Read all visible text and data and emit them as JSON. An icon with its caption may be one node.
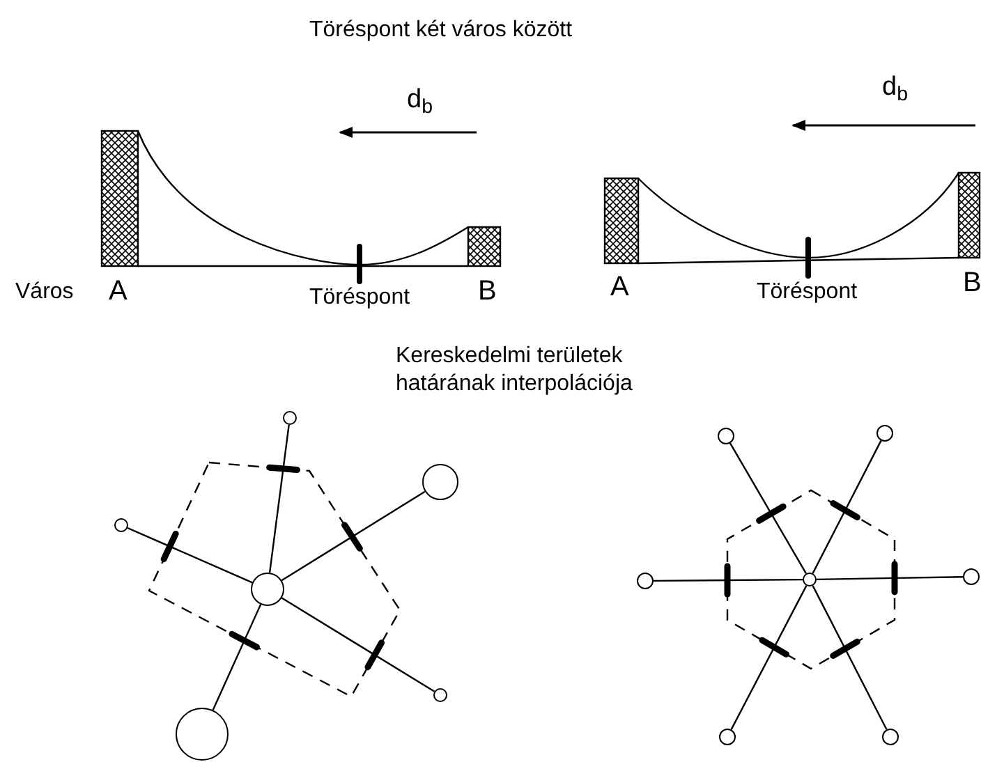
{
  "diagram": {
    "title": "Töréspont két város között",
    "nodes": [
      {
        "text": [],
        "shape": "circle"
      },
      {
        "text": [],
        "shape": "circle"
      },
      {
        "text": [],
        "shape": "circle"
      },
      {
        "text": [],
        "shape": "circle"
      },
      {
        "text": [],
        "shape": "circle"
      },
      {
        "text": [],
        "shape": "circle"
      },
      {
        "text": [],
        "shape": "circle"
      },
      {
        "text": [],
        "shape": "circle"
      },
      {
        "text": [],
        "shape": "circle"
      },
      {
        "text": [],
        "shape": "circle"
      },
      {
        "text": [],
        "shape": "circle"
      },
      {
        "text": [],
        "shape": "circle"
      },
      {
        "text": [],
        "shape": "circle"
      }
    ],
    "edges": [
      {
        "from": 0,
        "to": 1,
        "arrow": "none"
      },
      {
        "from": 0,
        "to": 2,
        "arrow": "none"
      },
      {
        "from": 0,
        "to": 3,
        "arrow": "none"
      },
      {
        "from": 0,
        "to": 4,
        "arrow": "none"
      },
      {
        "from": 0,
        "to": 5,
        "arrow": "none"
      },
      {
        "from": 6,
        "to": 7,
        "arrow": "none"
      },
      {
        "from": 6,
        "to": 8,
        "arrow": "none"
      },
      {
        "from": 6,
        "to": 9,
        "arrow": "none"
      },
      {
        "from": 6,
        "to": 10,
        "arrow": "none"
      },
      {
        "from": 6,
        "to": 11,
        "arrow": "none"
      },
      {
        "from": 6,
        "to": 12,
        "arrow": "none"
      }
    ],
    "labels": [
      "d$_{b}$",
      "d$_{b}$",
      "Város",
      "A",
      "Töréspont",
      "B",
      "A",
      "Töréspont",
      "B",
      "Kereskedelmi területek határának interpolációja"
    ]
  }
}
